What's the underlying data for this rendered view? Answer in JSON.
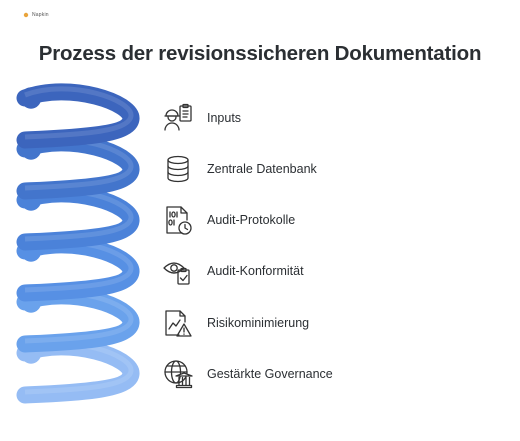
{
  "logo_text": "Napkin",
  "title": "Prozess der revisionssicheren Dokumentation",
  "colors": {
    "text": "#2b2f33",
    "icon": "#333333",
    "coils": [
      "#3c65bd",
      "#4375cc",
      "#4b82d9",
      "#5790e4",
      "#6aa2ec",
      "#95bcf4"
    ]
  },
  "steps": [
    {
      "label": "Inputs",
      "icon": "worker-checklist-icon"
    },
    {
      "label": "Zentrale Datenbank",
      "icon": "database-icon"
    },
    {
      "label": "Audit-Protokolle",
      "icon": "binary-file-clock-icon"
    },
    {
      "label": "Audit-Konformität",
      "icon": "eye-clipboard-icon"
    },
    {
      "label": "Risikominimierung",
      "icon": "chart-warning-icon"
    },
    {
      "label": "Gestärkte Governance",
      "icon": "globe-institution-icon"
    }
  ]
}
